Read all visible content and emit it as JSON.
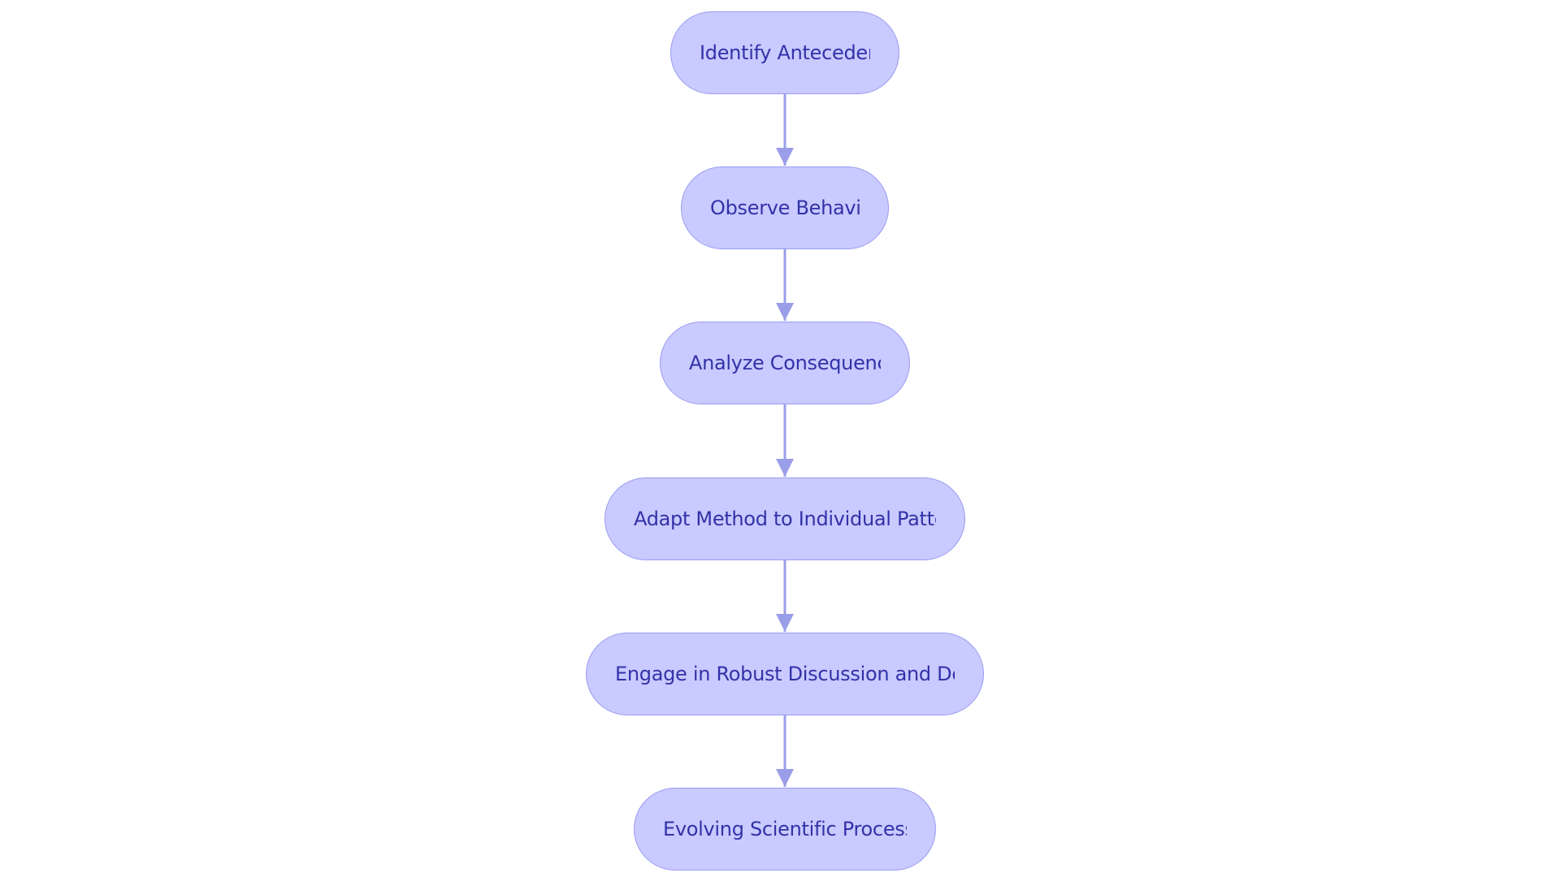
{
  "diagram": {
    "colors": {
      "node_fill": "#c9caff",
      "node_border": "#9a9cf0",
      "node_text": "#3232a8",
      "connector": "#9a9ee8"
    },
    "nodes": [
      {
        "id": "n1",
        "label": "Identify Antecedents"
      },
      {
        "id": "n2",
        "label": "Observe Behavior"
      },
      {
        "id": "n3",
        "label": "Analyze Consequences"
      },
      {
        "id": "n4",
        "label": "Adapt Method to Individual Patterns"
      },
      {
        "id": "n5",
        "label": "Engage in Robust Discussion and Debate"
      },
      {
        "id": "n6",
        "label": "Evolving Scientific Process"
      }
    ],
    "edges": [
      {
        "from": "n1",
        "to": "n2"
      },
      {
        "from": "n2",
        "to": "n3"
      },
      {
        "from": "n3",
        "to": "n4"
      },
      {
        "from": "n4",
        "to": "n5"
      },
      {
        "from": "n5",
        "to": "n6"
      }
    ]
  }
}
